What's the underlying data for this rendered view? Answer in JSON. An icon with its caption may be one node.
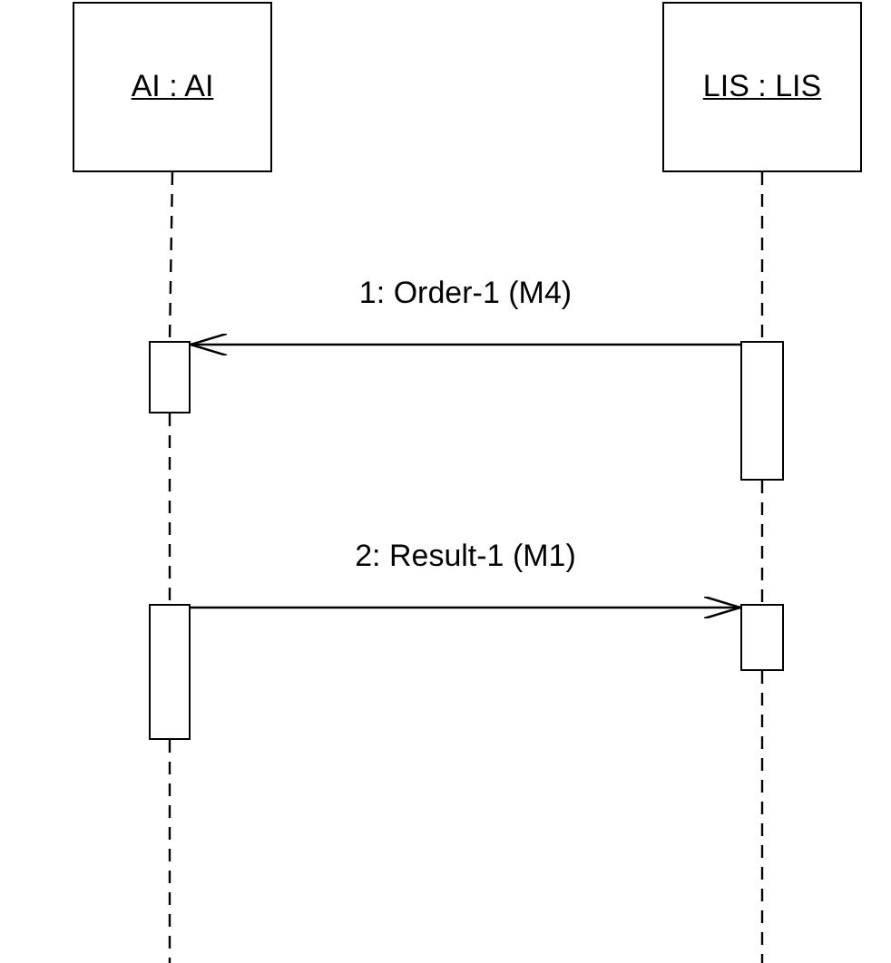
{
  "diagram": {
    "nodes": [
      {
        "text": [
          "AI : AI"
        ]
      },
      {
        "text": [
          "LIS : LIS"
        ]
      },
      {
        "text": [],
        "shape": "box"
      },
      {
        "text": [],
        "shape": "box"
      },
      {
        "text": [],
        "shape": "box"
      },
      {
        "text": [],
        "shape": "box"
      }
    ],
    "edges": [
      {
        "from": 0,
        "to": 2,
        "arrow": "none",
        "style": "dashed"
      },
      {
        "from": 2,
        "to": 4,
        "arrow": "none",
        "style": "dashed"
      },
      {
        "from": 4,
        "to": null,
        "arrow": "none",
        "style": "dashed"
      },
      {
        "from": 1,
        "to": 3,
        "arrow": "none",
        "style": "dashed"
      },
      {
        "from": 3,
        "to": 5,
        "arrow": "none",
        "style": "dashed"
      },
      {
        "from": 5,
        "to": null,
        "arrow": "none",
        "style": "dashed"
      },
      {
        "from": 3,
        "to": 2,
        "arrow": "to",
        "label": "1: Order-1 (M4)"
      },
      {
        "from": 4,
        "to": 5,
        "arrow": "to",
        "label": "2: Result-1 (M1)"
      }
    ]
  }
}
